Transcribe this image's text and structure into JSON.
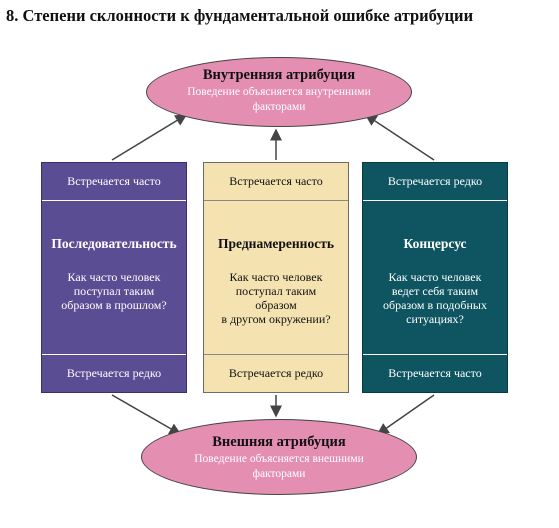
{
  "title": "8. Степени склонности к фундаментальной ошибке атрибуции",
  "internal": {
    "title": "Внутренняя атрибуция",
    "subtitle_line1": "Поведение объясняется внутренними",
    "subtitle_line2": "факторами"
  },
  "external": {
    "title": "Внешняя атрибуция",
    "subtitle_line1": "Поведение объясняется внешними",
    "subtitle_line2": "факторами"
  },
  "columns": [
    {
      "top": "Встречается часто",
      "heading": "Последовательность",
      "question": [
        "Как часто человек",
        "поступал таким",
        "образом в прошлом?"
      ],
      "bottom": "Встречается редко"
    },
    {
      "top": "Встречается часто",
      "heading": "Преднамеренность",
      "question": [
        "Как часто человек",
        "поступал таким",
        "образом",
        "в другом окружении?"
      ],
      "bottom": "Встречается редко"
    },
    {
      "top": "Встречается редко",
      "heading": "Концерсус",
      "question": [
        "Как часто человек",
        "ведет себя таким",
        "образом в подобных",
        "ситуациях?"
      ],
      "bottom": "Встречается часто"
    }
  ],
  "colors": {
    "ellipse": "#e48fb1",
    "left_column": "#5a4d94",
    "middle_column": "#f4e2b0",
    "right_column": "#0e5561"
  }
}
